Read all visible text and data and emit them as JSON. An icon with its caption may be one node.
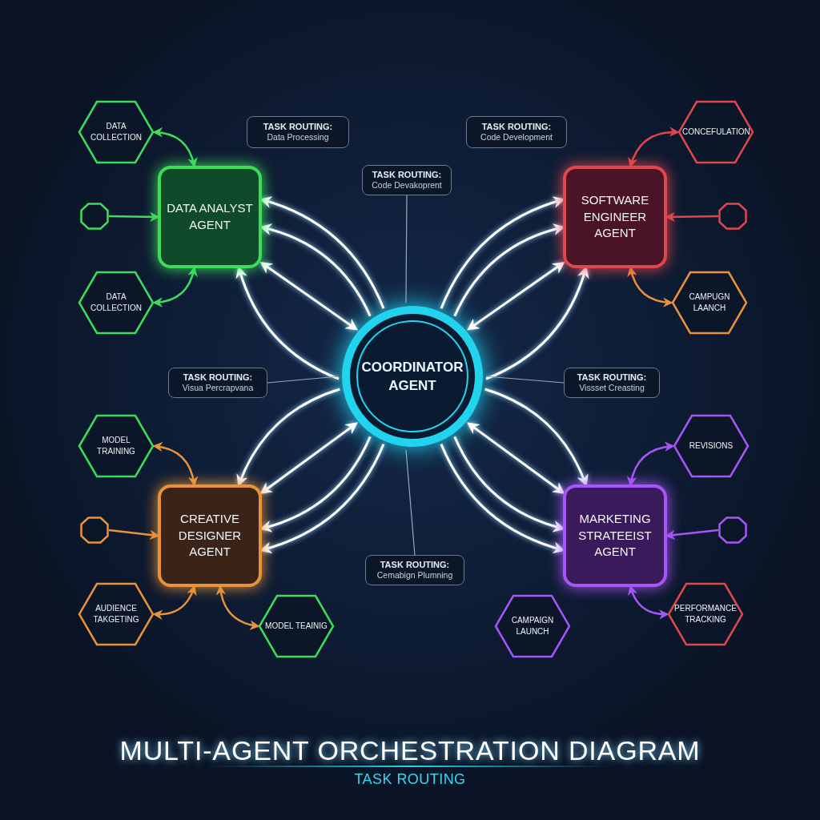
{
  "diagram": {
    "title": "MULTI-AGENT ORCHESTRATION DIAGRAM",
    "caption": "TASK ROUTING",
    "nodes": [
      {
        "text": [
          "COORDINATOR AGENT"
        ]
      },
      {
        "text": [
          "DATA ANALYST AGENT"
        ]
      },
      {
        "text": [
          "SOFTWARE ENGINEER AGENT"
        ]
      },
      {
        "text": [
          "CREATIVE DESIGNER AGENT"
        ]
      },
      {
        "text": [
          "MARKETING STRATEEIST AGENT"
        ]
      },
      {
        "text": [
          "DATA COLLECTION"
        ]
      },
      {
        "text": [],
        "shape": "octagon"
      },
      {
        "text": [
          "DATA COLLECTION"
        ]
      },
      {
        "text": [
          "CONCEFULATION"
        ]
      },
      {
        "text": [],
        "shape": "octagon"
      },
      {
        "text": [
          "CAMPUGN LAANCH"
        ]
      },
      {
        "text": [
          "MODEL TRAINING"
        ]
      },
      {
        "text": [],
        "shape": "octagon"
      },
      {
        "text": [
          "AUDIENCE TAKGETING"
        ]
      },
      {
        "text": [
          "MODEL TEAINIG"
        ]
      },
      {
        "text": [
          "REVISIONS"
        ]
      },
      {
        "text": [],
        "shape": "octagon"
      },
      {
        "text": [
          "CAMPAIGN LAUNCH"
        ]
      },
      {
        "text": [
          "PERFORMANCE TRACKING"
        ]
      },
      {
        "text": [
          "TASK ROUTING:",
          "Data Processing"
        ]
      },
      {
        "text": [
          "TASK ROUTING:",
          "Code Development"
        ]
      },
      {
        "text": [
          "TASK ROUTING:",
          "Code Devakoprent"
        ]
      },
      {
        "text": [
          "TASK ROUTING:",
          "Visua Percrapvana"
        ]
      },
      {
        "text": [
          "TASK ROUTING:",
          "Vissset Creasting"
        ]
      },
      {
        "text": [
          "TASK ROUTING:",
          "Cemabign Plumning"
        ]
      }
    ],
    "edges": [
      {
        "from": 0,
        "to": 1,
        "arrow": "to"
      },
      {
        "from": 0,
        "to": 1,
        "arrow": "to"
      },
      {
        "from": 0,
        "to": 1,
        "arrow": "both"
      },
      {
        "from": 0,
        "to": 1,
        "arrow": "to"
      },
      {
        "from": 0,
        "to": 2,
        "arrow": "to"
      },
      {
        "from": 0,
        "to": 2,
        "arrow": "to"
      },
      {
        "from": 0,
        "to": 2,
        "arrow": "both"
      },
      {
        "from": 0,
        "to": 2,
        "arrow": "to"
      },
      {
        "from": 0,
        "to": 3,
        "arrow": "to"
      },
      {
        "from": 0,
        "to": 3,
        "arrow": "both"
      },
      {
        "from": 0,
        "to": 3,
        "arrow": "to"
      },
      {
        "from": 0,
        "to": 3,
        "arrow": "to"
      },
      {
        "from": 0,
        "to": 4,
        "arrow": "to"
      },
      {
        "from": 0,
        "to": 4,
        "arrow": "both"
      },
      {
        "from": 0,
        "to": 4,
        "arrow": "to"
      },
      {
        "from": 0,
        "to": 4,
        "arrow": "to"
      },
      {
        "from": 5,
        "to": 1,
        "arrow": "both",
        "color": "#3ddc5a"
      },
      {
        "from": 6,
        "to": 1,
        "arrow": "to",
        "color": "#3ddc5a"
      },
      {
        "from": 7,
        "to": 1,
        "arrow": "both",
        "color": "#3ddc5a"
      },
      {
        "from": 8,
        "to": 2,
        "arrow": "both",
        "color": "#e0474c"
      },
      {
        "from": 9,
        "to": 2,
        "arrow": "to",
        "color": "#e0474c"
      },
      {
        "from": 10,
        "to": 2,
        "arrow": "both",
        "color": "#e8923a"
      },
      {
        "from": 11,
        "to": 3,
        "arrow": "both",
        "color": "#e8923a"
      },
      {
        "from": 12,
        "to": 3,
        "arrow": "to",
        "color": "#e8923a"
      },
      {
        "from": 13,
        "to": 3,
        "arrow": "both",
        "color": "#e8923a"
      },
      {
        "from": 14,
        "to": 3,
        "arrow": "both",
        "color": "#e8923a"
      },
      {
        "from": 15,
        "to": 4,
        "arrow": "both",
        "color": "#a855f7"
      },
      {
        "from": 16,
        "to": 4,
        "arrow": "to",
        "color": "#a855f7"
      },
      {
        "from": 18,
        "to": 4,
        "arrow": "both",
        "color": "#a855f7"
      },
      {
        "from": 21,
        "to": 0,
        "arrow": "none",
        "color": "#9aa8b8"
      },
      {
        "from": 22,
        "to": 0,
        "arrow": "none",
        "color": "#9aa8b8"
      },
      {
        "from": 23,
        "to": 0,
        "arrow": "none",
        "color": "#9aa8b8"
      },
      {
        "from": 24,
        "to": 0,
        "arrow": "none",
        "color": "#9aa8b8"
      }
    ]
  }
}
